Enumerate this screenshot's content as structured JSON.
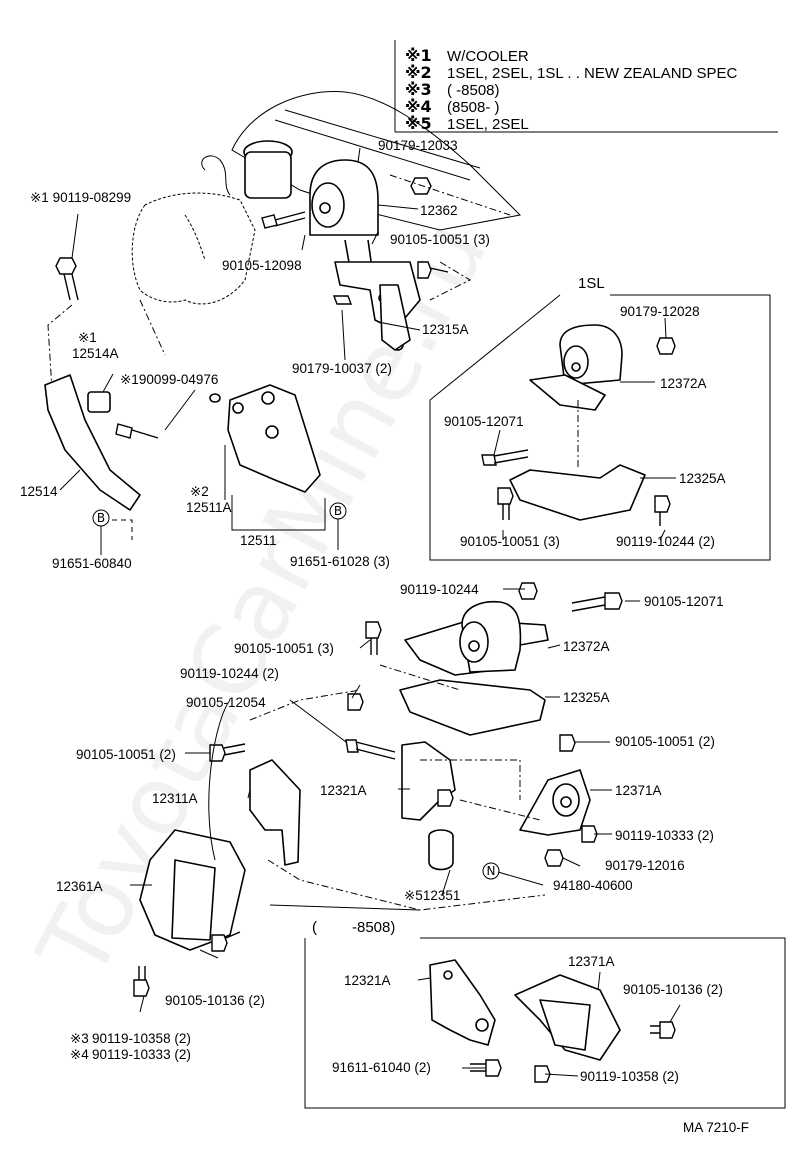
{
  "notes": [
    {
      "mark": "※1",
      "text": "W/COOLER"
    },
    {
      "mark": "※2",
      "text": "1SEL, 2SEL, 1SL . . NEW ZEALAND SPEC"
    },
    {
      "mark": "※3",
      "text": "(       -8508)"
    },
    {
      "mark": "※4",
      "text": "(8508-         )"
    },
    {
      "mark": "※5",
      "text": "1SEL, 2SEL"
    }
  ],
  "inset_1sl": {
    "title": "1SL"
  },
  "inset_8508": {
    "title": "-8508)",
    "bracket": "("
  },
  "watermark": "ToyotaCarMine.ru",
  "footer_code": "MA 7210-F",
  "circle_b": "B",
  "circle_n": "N",
  "labels": {
    "p90179_12033": "90179-12033",
    "p90119_08299": "※1 90119-08299",
    "p12362": "12362",
    "p90105_10051a": "90105-10051 (3)",
    "p90105_12098": "90105-12098",
    "p12315a": "12315A",
    "p90179_10037": "90179-10037 (2)",
    "p12514a_mark": "※1",
    "p12514a": "12514A",
    "p90099_04976": "※190099-04976",
    "p12514": "12514",
    "p12511a_mark": "※2",
    "p12511a": "12511A",
    "p12511": "12511",
    "p91651_60840": "91651-60840",
    "p91651_61028": "91651-61028 (3)",
    "p90179_12028": "90179-12028",
    "p12372a_in": "12372A",
    "p90105_12071_in": "90105-12071",
    "p12325a_in": "12325A",
    "p90105_10051_in": "90105-10051 (3)",
    "p90119_10244_in": "90119-10244 (2)",
    "p90119_10244": "90119-10244",
    "p90105_12071": "90105-12071",
    "p90105_10051b": "90105-10051 (3)",
    "p12372a": "12372A",
    "p90119_10244b": "90119-10244 (2)",
    "p12325a": "12325A",
    "p90105_12054": "90105-12054",
    "p90105_10051c": "90105-10051 (2)",
    "p90105_10051d": "90105-10051 (2)",
    "p12311a": "12311A",
    "p12321a": "12321A",
    "p12371a": "12371A",
    "p90119_10333": "90119-10333 (2)",
    "p90179_12016": "90179-12016",
    "p12361a": "12361A",
    "p12351": "※512351",
    "p94180_40600": "94180-40600",
    "p90105_10136": "90105-10136 (2)",
    "p90119_10358_mark": "※3",
    "p90119_10358": "90119-10358 (2)",
    "p90119_10333b_mark": "※4",
    "p90119_10333b": "90119-10333 (2)",
    "p12321a_b": "12321A",
    "p12371a_b": "12371A",
    "p90105_10136_b": "90105-10136 (2)",
    "p91611_61040": "91611-61040 (2)",
    "p90119_10358_b": "90119-10358 (2)"
  }
}
